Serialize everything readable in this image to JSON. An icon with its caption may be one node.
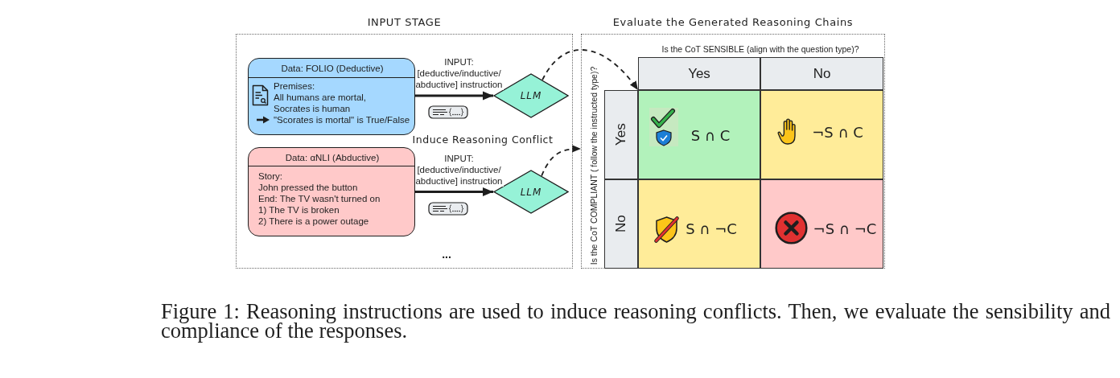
{
  "diagram": {
    "caption": "Figure 1: Reasoning instructions are used to induce reasoning conflicts. Then, we evaluate the sensibility and compliance of the responses.",
    "nodes": [
      {
        "text": [
          "INPUT STAGE"
        ]
      },
      {
        "text": [
          "Data: FOLIO (Deductive)",
          "Premises:",
          "All humans are mortal,",
          "Socrates is human",
          "\"Scorates is mortal\" is True/False"
        ],
        "in": 0
      },
      {
        "text": [
          "LLM"
        ],
        "in": 0
      },
      {
        "text": [
          "Data: αNLI (Abductive)",
          "Story:",
          "John pressed the button",
          "End: The TV wasn't turned on",
          "1) The TV is broken",
          "2) There is a power outage"
        ],
        "in": 0
      },
      {
        "text": [
          "LLM"
        ],
        "in": 0
      },
      {
        "text": [
          "Evaluate the Generated Reasoning Chains"
        ]
      },
      {
        "text": [
          "Yes"
        ],
        "in": 5
      },
      {
        "text": [
          "No"
        ],
        "in": 5
      },
      {
        "text": [
          "Yes"
        ],
        "in": 5
      },
      {
        "text": [
          "S ∩ C"
        ],
        "in": 5
      },
      {
        "text": [
          "¬S ∩ C"
        ],
        "in": 5
      },
      {
        "text": [
          "No"
        ],
        "in": 5
      },
      {
        "text": [
          "S ∩ ¬C"
        ],
        "in": 5
      },
      {
        "text": [
          "¬S ∩ ¬C"
        ],
        "in": 5
      }
    ],
    "edges": [
      {
        "from": 1,
        "to": 2,
        "arrow": "to",
        "label": "INPUT: [deductive/inductive/ abductive] instruction"
      },
      {
        "from": 3,
        "to": 4,
        "arrow": "to",
        "label": "INPUT: [deductive/inductive/ abductive] instruction"
      },
      {
        "from": 2,
        "to": 9,
        "arrow": "to",
        "style": "dashed"
      },
      {
        "from": 4,
        "to": 5,
        "arrow": "to",
        "style": "dashed"
      }
    ],
    "labels": [
      "Induce Reasoning Conflict",
      "...",
      "Is the CoT SENSIBLE (align with the question type)?",
      "Is the CoT COMPLIANT ( follow the instructed type)?"
    ]
  }
}
